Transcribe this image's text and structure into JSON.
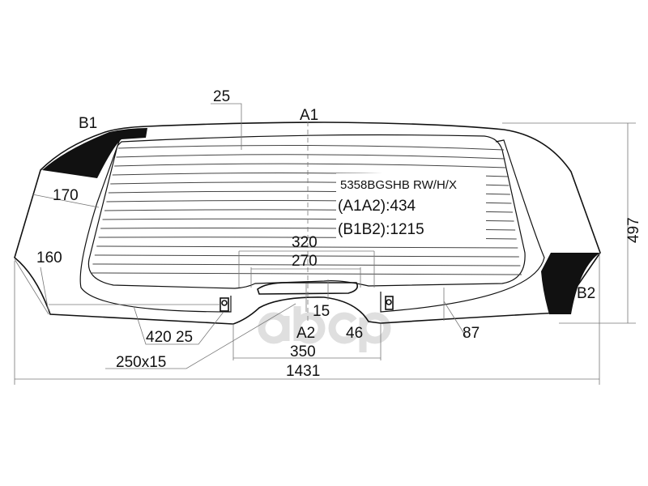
{
  "part_code": "5358BGSHB RW/H/X",
  "a1a2": "(A1A2):434",
  "b1b2": "(B1B2):1215",
  "points": {
    "a1": "A1",
    "a2": "A2",
    "b1": "B1",
    "b2": "B2"
  },
  "dimensions": {
    "top_offset": "25",
    "side_170": "170",
    "side_160": "160",
    "d320": "320",
    "d270": "270",
    "d15": "15",
    "d46": "46",
    "d87": "87",
    "d350": "350",
    "d420_25": "420 25",
    "d250x15": "250x15",
    "width": "1431",
    "height": "497"
  },
  "watermark": "abcp",
  "colors": {
    "outline": "#111111",
    "dimension": "#777777",
    "fill": "#000000"
  }
}
